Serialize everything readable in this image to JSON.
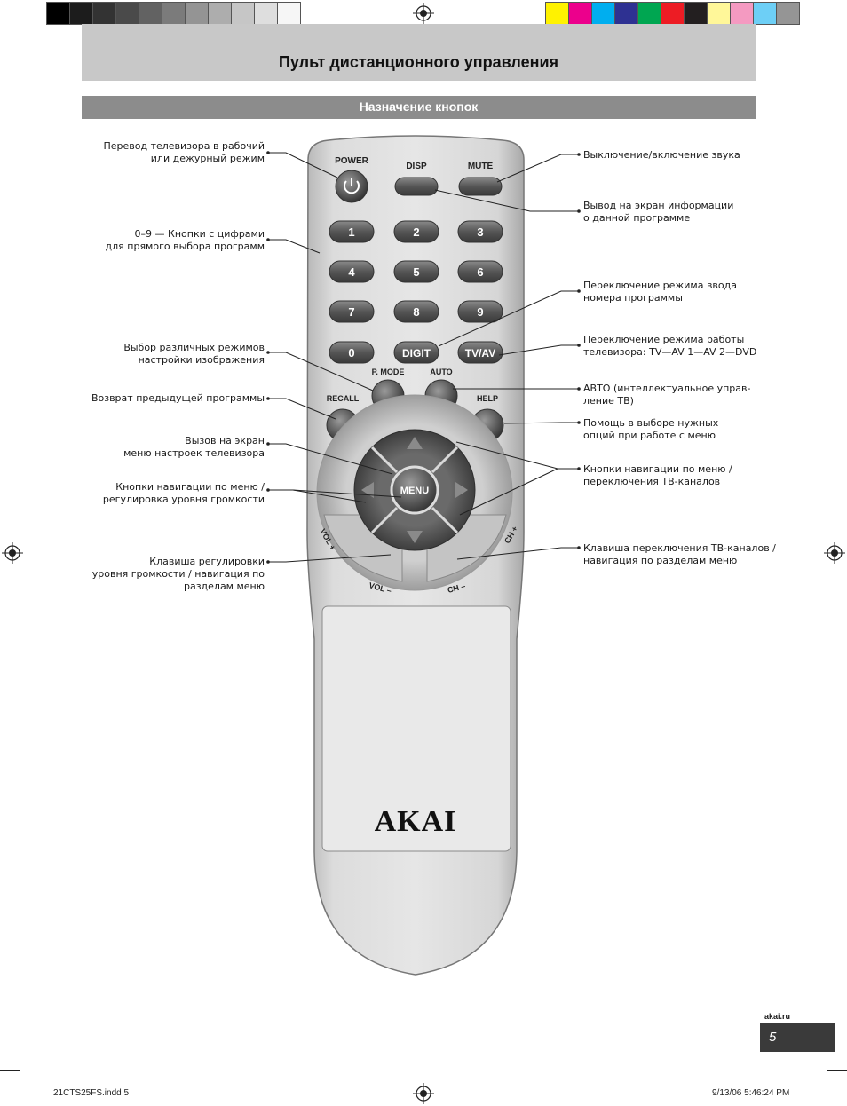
{
  "header": {
    "title": "Пульт дистанционного управления",
    "subtitle": "Назначение кнопок"
  },
  "colors": {
    "gray_swatches": [
      "#000000",
      "#1c1c1c",
      "#333333",
      "#4a4a4a",
      "#626262",
      "#7b7b7b",
      "#949494",
      "#adadad",
      "#c6c6c6",
      "#dedede",
      "#f6f6f6"
    ],
    "color_swatches": [
      "#fff200",
      "#ec008c",
      "#00aeef",
      "#2e3192",
      "#00a651",
      "#ed1c24",
      "#231f20",
      "#fff799",
      "#f49ac1",
      "#6dcff6",
      "#959595"
    ],
    "title_bar": "#c8c8c8",
    "subtitle_bar": "#8c8c8c"
  },
  "annotations": {
    "left": [
      {
        "lines": [
          "Перевод телевизора в рабочий",
          "или дежурный режим"
        ]
      },
      {
        "lines": [
          "0–9 — Кнопки с цифрами",
          "для прямого выбора программ"
        ]
      },
      {
        "lines": [
          "Выбор различных режимов",
          "настройки изображения"
        ]
      },
      {
        "lines": [
          "Возврат предыдущей программы"
        ]
      },
      {
        "lines": [
          "Вызов на экран",
          "меню настроек телевизора"
        ]
      },
      {
        "lines": [
          "Кнопки навигации по меню /",
          "регулировка уровня громкости"
        ]
      },
      {
        "lines": [
          "Клавиша регулировки",
          "уровня громкости / навигация по",
          "разделам меню"
        ]
      }
    ],
    "right": [
      {
        "lines": [
          "Выключение/включение звука"
        ]
      },
      {
        "lines": [
          "Вывод на экран информации",
          "о данной программе"
        ]
      },
      {
        "lines": [
          "Переключение режима ввода",
          "номера программы"
        ]
      },
      {
        "lines": [
          "Переключение режима работы",
          "телевизора: TV—AV 1—AV 2—DVD"
        ]
      },
      {
        "lines": [
          "АВТО (интеллектуальное управ-",
          "ление ТВ)"
        ]
      },
      {
        "lines": [
          "Помощь в выборе нужных",
          "опций при работе с меню"
        ]
      },
      {
        "lines": [
          "Кнопки навигации по меню /",
          "переключения ТВ-каналов"
        ]
      },
      {
        "lines": [
          "Клавиша переключения ТВ-каналов /",
          "навигация по разделам меню"
        ]
      }
    ]
  },
  "remote": {
    "labels": {
      "power": "POWER",
      "disp": "DISP",
      "mute": "MUTE",
      "pmode": "P. MODE",
      "auto": "AUTO",
      "recall": "RECALL",
      "help": "HELP",
      "vol_plus": "VOL +",
      "vol_minus": "VOL –",
      "ch_plus": "CH +",
      "ch_minus": "CH –"
    },
    "digits": [
      "1",
      "2",
      "3",
      "4",
      "5",
      "6",
      "7",
      "8",
      "9",
      "0"
    ],
    "digit_btn": "DIGIT",
    "tvav_btn": "TV/AV",
    "menu_btn": "MENU",
    "brand": "AKAI"
  },
  "footer": {
    "site": "akai.ru",
    "page": "5",
    "file": "21CTS25FS.indd   5",
    "timestamp": "9/13/06   5:46:24 PM"
  }
}
